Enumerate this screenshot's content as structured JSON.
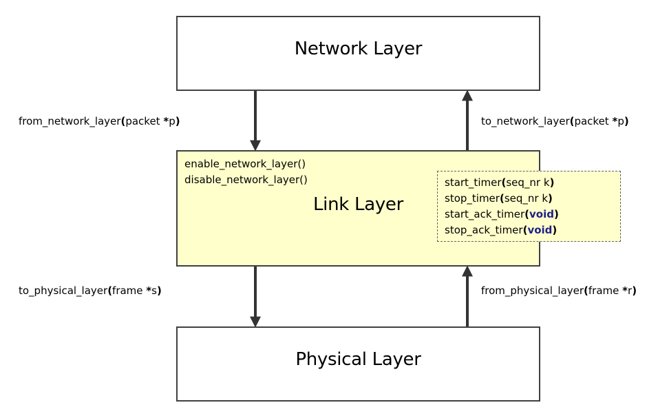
{
  "layers": {
    "network": "Network Layer",
    "link": "Link Layer",
    "physical": "Physical Layer"
  },
  "link_functions": {
    "enable": "enable_network_layer()",
    "disable": "disable_network_layer()"
  },
  "timer_functions": [
    {
      "name": "start_timer",
      "arg": "seq_nr k"
    },
    {
      "name": "stop_timer",
      "arg": "seq_nr k"
    },
    {
      "name": "start_ack_timer",
      "arg": "void"
    },
    {
      "name": "stop_ack_timer",
      "arg": "void"
    }
  ],
  "calls": {
    "from_network": {
      "name": "from_network_layer",
      "type": "packet ",
      "ptr": "*",
      "var": "p"
    },
    "to_network": {
      "name": "to_network_layer",
      "type": "packet ",
      "ptr": "*",
      "var": "p"
    },
    "to_physical": {
      "name": "to_physical_layer",
      "type": "frame ",
      "ptr": "*",
      "var": "s"
    },
    "from_physical": {
      "name": "from_physical_layer",
      "type": "frame ",
      "ptr": "*",
      "var": "r"
    }
  },
  "colors": {
    "link_fill": "#ffffcc",
    "border": "#404040",
    "arrow": "#333333",
    "keyword": "#1f1f8a"
  }
}
